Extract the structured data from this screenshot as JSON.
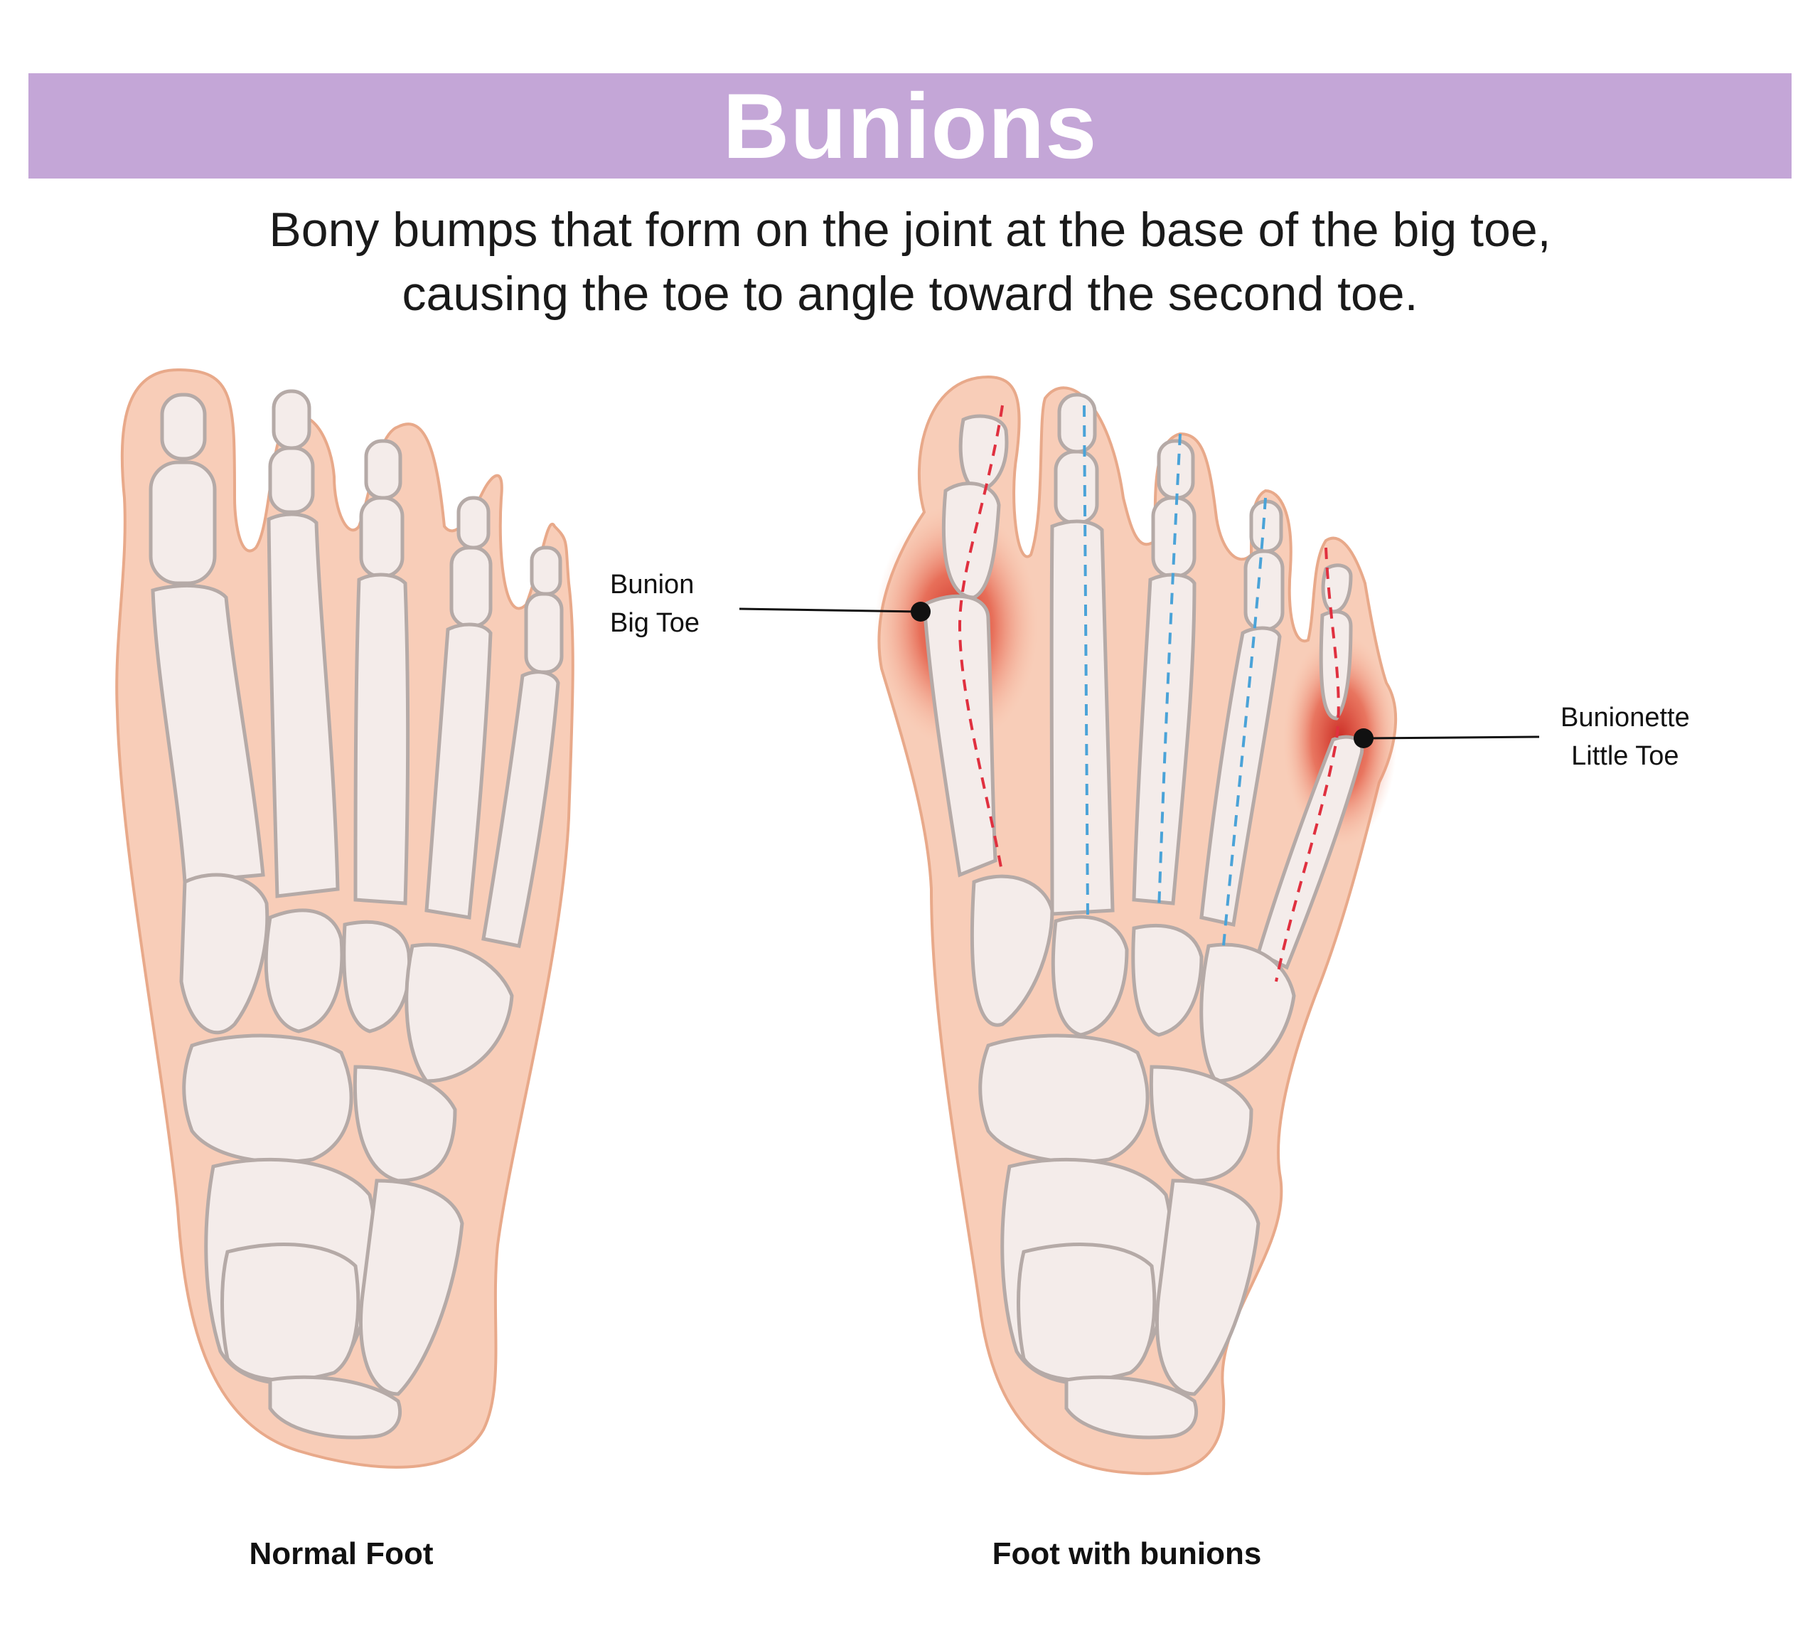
{
  "title": "Bunions",
  "subtitle": {
    "line1": "Bony bumps that form on the joint at the base of the big toe,",
    "line2": "causing the toe to angle toward the second toe."
  },
  "callouts": {
    "bunion": {
      "line1": "Bunion",
      "line2": "Big Toe"
    },
    "bunionette": {
      "line1": "Bunionette",
      "line2": "Little Toe"
    }
  },
  "captions": {
    "normal": "Normal Foot",
    "bunions": "Foot with bunions"
  },
  "colors": {
    "title_bar": "#c4a6d7",
    "skin": "#f8cdb8",
    "skin_outline": "#e8a98a",
    "bone": "#f4ecea",
    "bone_outline": "#b5aaa7",
    "inflammation": "#d8342a",
    "deviation_line": "#e0303f",
    "normal_axis_line": "#4aa3d8"
  }
}
